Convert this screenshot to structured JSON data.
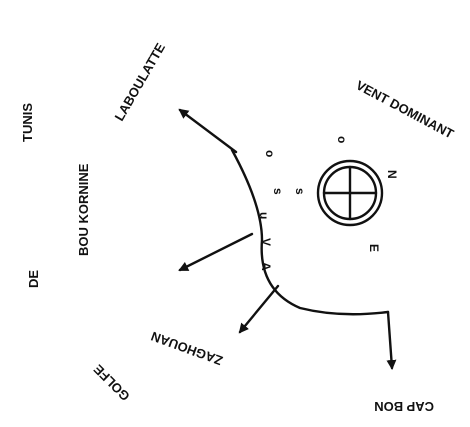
{
  "labels": {
    "golfe": "GOLFE",
    "de": "DE",
    "tunis": "TUNIS",
    "bou_kornine": "BOU KORNINE",
    "laboulatte": "LABOULATTE",
    "vent_dominant": "VENT DOMINANT",
    "cap_bon": "CAP BON",
    "zaghouan": "ZAGHOUAN",
    "nord_marker": "N",
    "north_letter": "o",
    "east_letter": "E",
    "west_letter": "s",
    "south_letter": "N"
  },
  "letters": [
    "s",
    "o",
    "u",
    "V",
    "A"
  ]
}
